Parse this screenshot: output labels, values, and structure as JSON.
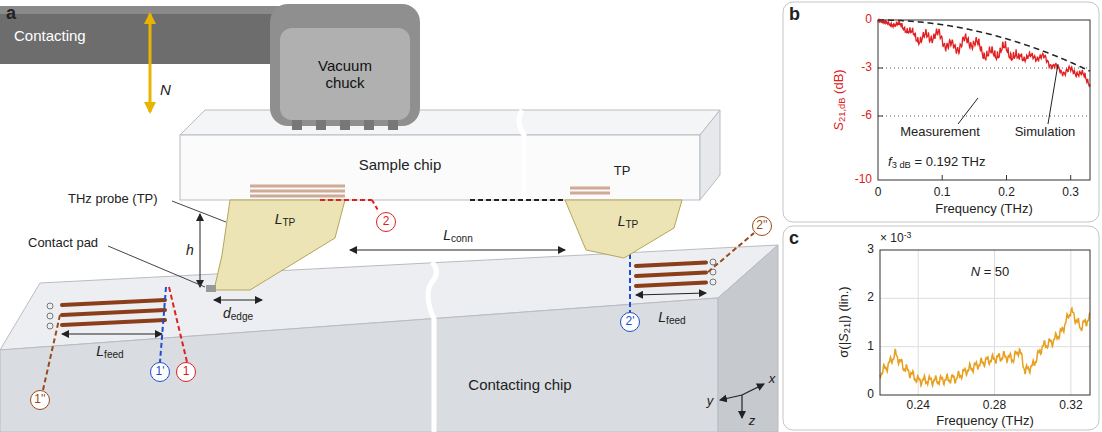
{
  "diagram": {
    "nodes": [
      {
        "text": [
          "Contacting"
        ]
      },
      {
        "text": [
          "Vacuum chuck"
        ]
      },
      {
        "text": [
          "Sample chip"
        ]
      },
      {
        "text": [
          "2"
        ]
      },
      {
        "text": [
          "Contacting chip"
        ]
      },
      {
        "text": [
          "2''"
        ]
      },
      {
        "text": [
          "2'"
        ]
      },
      {
        "text": [
          "1'"
        ]
      },
      {
        "text": [
          "1"
        ]
      },
      {
        "text": [
          "1''"
        ]
      }
    ],
    "labels": [
      "a",
      "N",
      "THz probe (TP)",
      "Contact pad",
      "LTP",
      "h",
      "dedge",
      "TP",
      "LTP",
      "Lconn",
      "Lfeed",
      "Lfeed",
      "y",
      "x",
      "z",
      "b",
      "S21,dB (dB)",
      "0",
      "-3",
      "-6",
      "-10",
      "0",
      "0.1",
      "0.2",
      "0.3",
      "Frequency (THz)",
      "Measurement",
      "Simulation",
      "f3 dB = 0.192 THz",
      "c",
      "× 10-3",
      "σ(|S21|) (lin.)",
      "3",
      "2",
      "1",
      "0",
      "0.24",
      "0.28",
      "0.32",
      "Frequency (THz)",
      "N = 50"
    ]
  }
}
